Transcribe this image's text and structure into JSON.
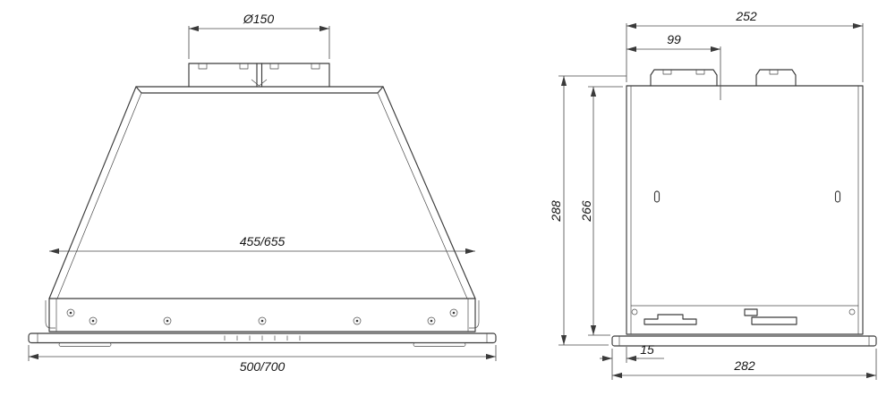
{
  "dimensions": {
    "front_view": {
      "duct_diameter": "Ø150",
      "body_width": "455/655",
      "overall_width": "500/700"
    },
    "side_view": {
      "depth": "252",
      "duct_offset": "99",
      "overall_height": "288",
      "body_height": "266",
      "base_front_lip": "15",
      "base_depth": "282"
    }
  }
}
